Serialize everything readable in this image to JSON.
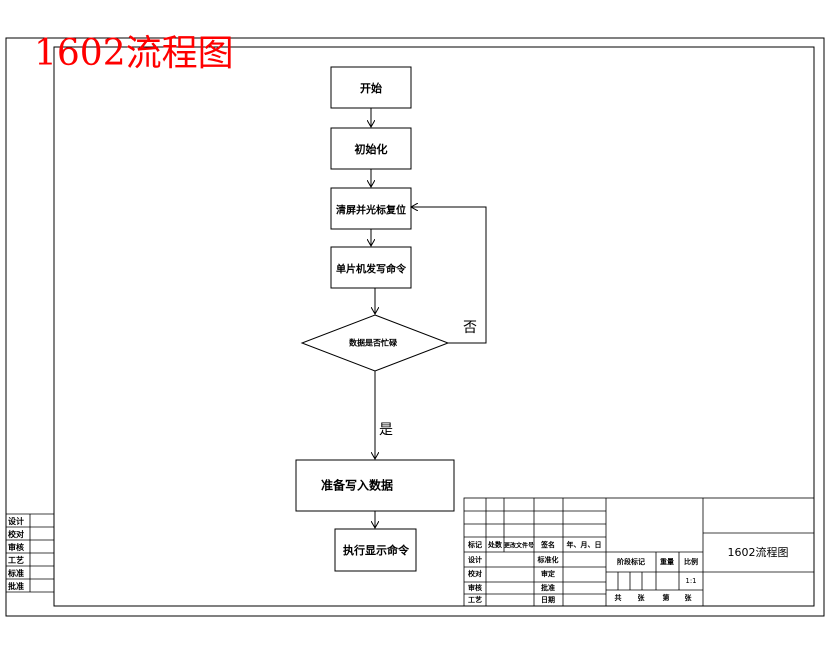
{
  "title": "1602流程图",
  "nodes": {
    "start": "开始",
    "init": "初始化",
    "clear": "清屏并光标复位",
    "cmd": "单片机发写命令",
    "decision": "数据是否忙碌",
    "prepare": "准备写入数据",
    "exec": "执行显示命令"
  },
  "edges": {
    "yes": "是",
    "no": "否"
  },
  "side_block": [
    "设计",
    "校对",
    "审核",
    "工艺",
    "标准",
    "批准"
  ],
  "title_block": {
    "drawing_name": "1602流程图",
    "scale": "1:1",
    "row_marks": [
      "标记",
      "处数",
      "更改文件号",
      "签名",
      "年、月、日"
    ],
    "left_labels": [
      "设计",
      "校对",
      "审核",
      "工艺"
    ],
    "mid_labels": [
      "标准化",
      "审定",
      "批准",
      "日期"
    ],
    "right_head": [
      "阶段标记",
      "重量",
      "比例"
    ],
    "sheets": [
      "共",
      "张",
      "第",
      "张"
    ]
  }
}
